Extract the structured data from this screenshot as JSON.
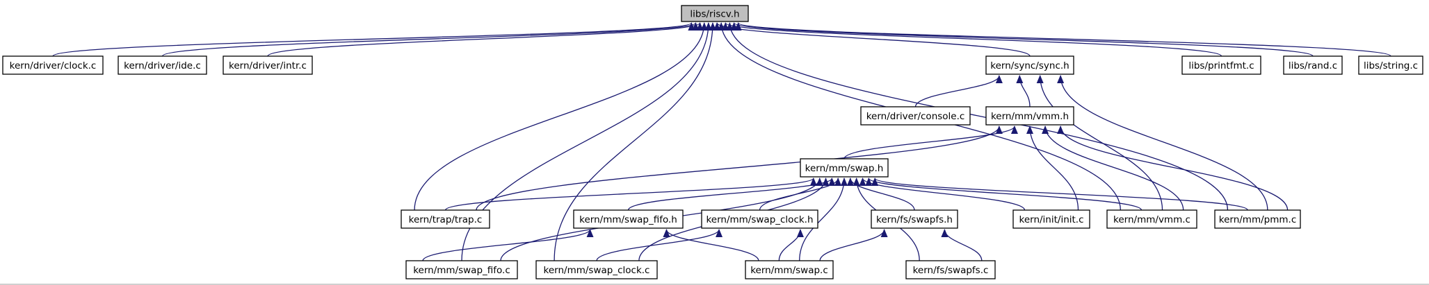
{
  "diagram": {
    "nodes": [
      {
        "id": "riscv",
        "label": "libs/riscv.h",
        "root": true
      },
      {
        "id": "clock",
        "label": "kern/driver/clock.c"
      },
      {
        "id": "ide",
        "label": "kern/driver/ide.c"
      },
      {
        "id": "intr",
        "label": "kern/driver/intr.c"
      },
      {
        "id": "sync",
        "label": "kern/sync/sync.h"
      },
      {
        "id": "printfmt",
        "label": "libs/printfmt.c"
      },
      {
        "id": "rand",
        "label": "libs/rand.c"
      },
      {
        "id": "string",
        "label": "libs/string.c"
      },
      {
        "id": "console",
        "label": "kern/driver/console.c"
      },
      {
        "id": "vmmh",
        "label": "kern/mm/vmm.h"
      },
      {
        "id": "swaph",
        "label": "kern/mm/swap.h"
      },
      {
        "id": "trap",
        "label": "kern/trap/trap.c"
      },
      {
        "id": "fifoh",
        "label": "kern/mm/swap_fifo.h"
      },
      {
        "id": "clockh",
        "label": "kern/mm/swap_clock.h"
      },
      {
        "id": "swapfsh",
        "label": "kern/fs/swapfs.h"
      },
      {
        "id": "init",
        "label": "kern/init/init.c"
      },
      {
        "id": "vmmc",
        "label": "kern/mm/vmm.c"
      },
      {
        "id": "pmm",
        "label": "kern/mm/pmm.c"
      },
      {
        "id": "fifoc",
        "label": "kern/mm/swap_fifo.c"
      },
      {
        "id": "clockc",
        "label": "kern/mm/swap_clock.c"
      },
      {
        "id": "swapc",
        "label": "kern/mm/swap.c"
      },
      {
        "id": "swapfsc",
        "label": "kern/fs/swapfs.c"
      }
    ],
    "edges": [
      [
        "clock",
        "riscv"
      ],
      [
        "ide",
        "riscv"
      ],
      [
        "intr",
        "riscv"
      ],
      [
        "sync",
        "riscv"
      ],
      [
        "printfmt",
        "riscv"
      ],
      [
        "rand",
        "riscv"
      ],
      [
        "string",
        "riscv"
      ],
      [
        "trap",
        "riscv"
      ],
      [
        "vmmc",
        "riscv"
      ],
      [
        "pmm",
        "riscv"
      ],
      [
        "fifoc",
        "riscv"
      ],
      [
        "clockc",
        "riscv"
      ],
      [
        "console",
        "sync"
      ],
      [
        "vmmh",
        "sync"
      ],
      [
        "vmmc",
        "sync"
      ],
      [
        "pmm",
        "sync"
      ],
      [
        "swaph",
        "vmmh"
      ],
      [
        "trap",
        "vmmh"
      ],
      [
        "init",
        "vmmh"
      ],
      [
        "vmmc",
        "vmmh"
      ],
      [
        "pmm",
        "vmmh"
      ],
      [
        "trap",
        "swaph"
      ],
      [
        "fifoh",
        "swaph"
      ],
      [
        "clockh",
        "swaph"
      ],
      [
        "swapfsh",
        "swaph"
      ],
      [
        "init",
        "swaph"
      ],
      [
        "vmmc",
        "swaph"
      ],
      [
        "pmm",
        "swaph"
      ],
      [
        "fifoc",
        "swaph"
      ],
      [
        "clockc",
        "swaph"
      ],
      [
        "swapc",
        "swaph"
      ],
      [
        "swapfsc",
        "swaph"
      ],
      [
        "fifoc",
        "fifoh"
      ],
      [
        "swapc",
        "fifoh"
      ],
      [
        "clockc",
        "clockh"
      ],
      [
        "swapc",
        "clockh"
      ],
      [
        "swapc",
        "swapfsh"
      ],
      [
        "swapfsc",
        "swapfsh"
      ]
    ]
  }
}
